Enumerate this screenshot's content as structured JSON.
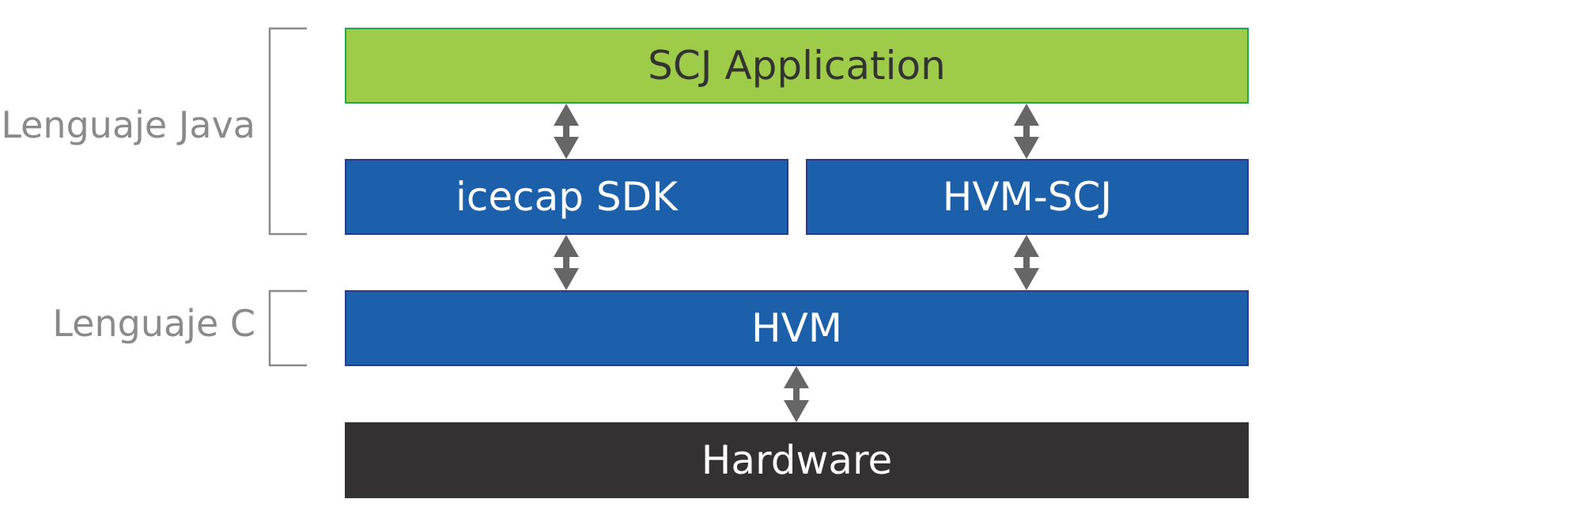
{
  "diagram": {
    "layers": {
      "application": "SCJ Application",
      "sdk": "icecap SDK",
      "hvm_scj": "HVM-SCJ",
      "hvm": "HVM",
      "hardware": "Hardware"
    },
    "groups": {
      "java": "Lenguaje Java",
      "c": "Lenguaje C"
    },
    "colors": {
      "application_fill": "#9ecc48",
      "application_border": "#1fa84f",
      "blue_fill": "#1c60ab",
      "hardware_fill": "#333132",
      "arrow": "#666666",
      "bracket": "#8a8a8a"
    }
  }
}
